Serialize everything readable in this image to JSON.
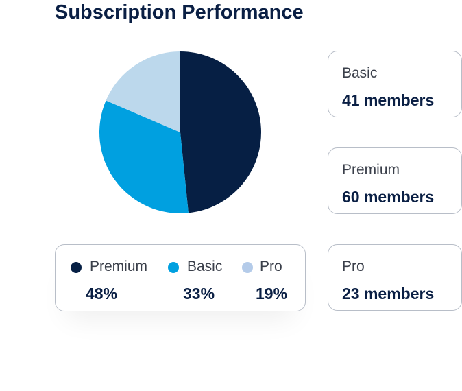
{
  "title": "Subscription Performance",
  "colors": {
    "Premium": "#061f44",
    "Basic": "#00a0e0",
    "Pro": "#bcd8ec",
    "Pro_legend_dot": "#b4cbe9"
  },
  "cards": [
    {
      "name": "Basic",
      "value": "41 members"
    },
    {
      "name": "Premium",
      "value": "60 members"
    },
    {
      "name": "Pro",
      "value": "23 members"
    }
  ],
  "legend": [
    {
      "name": "Premium",
      "percent": "48%"
    },
    {
      "name": "Basic",
      "percent": "33%"
    },
    {
      "name": "Pro",
      "percent": "19%"
    }
  ],
  "chart_data": {
    "type": "pie",
    "title": "Subscription Performance",
    "slices": [
      {
        "name": "Premium",
        "value": 60,
        "percent": 48
      },
      {
        "name": "Basic",
        "value": 41,
        "percent": 33
      },
      {
        "name": "Pro",
        "value": 23,
        "percent": 19
      }
    ],
    "start_angle_deg": 0,
    "direction": "clockwise",
    "legend_position": "bottom-left"
  }
}
